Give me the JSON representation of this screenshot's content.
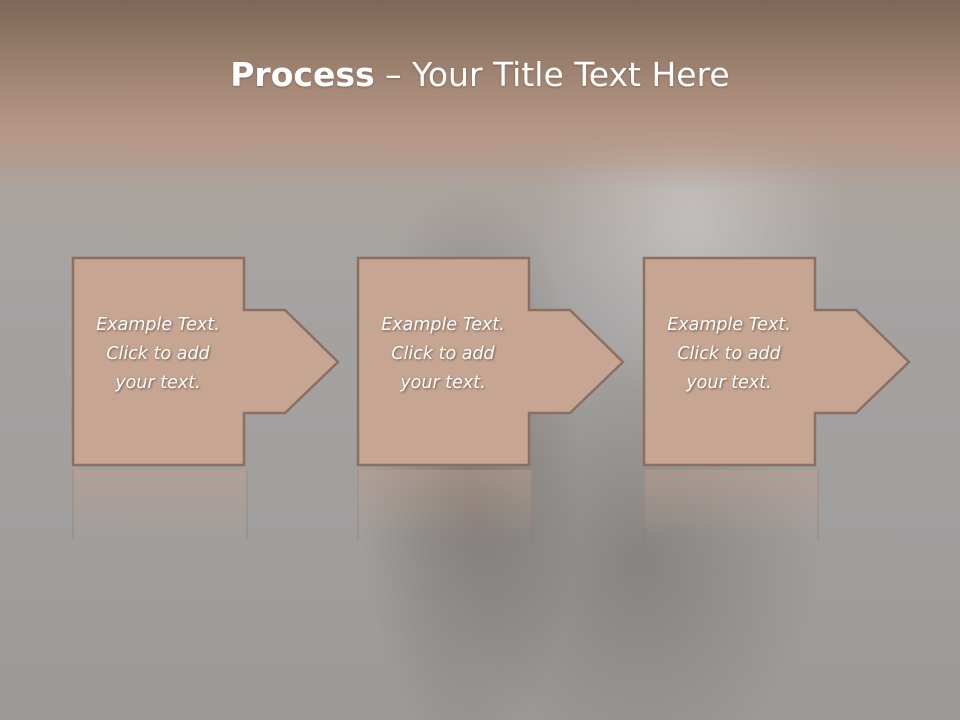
{
  "slide": {
    "title_strong": "Process",
    "title_rest": " – Your Title Text Here"
  },
  "steps": [
    {
      "line1": "Example Text.",
      "line2": "Click  to add",
      "line3": "your text."
    },
    {
      "line1": "Example Text.",
      "line2": "Click  to add",
      "line3": "your text."
    },
    {
      "line1": "Example Text.",
      "line2": "Click  to add",
      "line3": "your text."
    }
  ],
  "colors": {
    "box_fill": "#c6a592",
    "box_stroke": "#8d6f62",
    "text": "#ffffff"
  }
}
